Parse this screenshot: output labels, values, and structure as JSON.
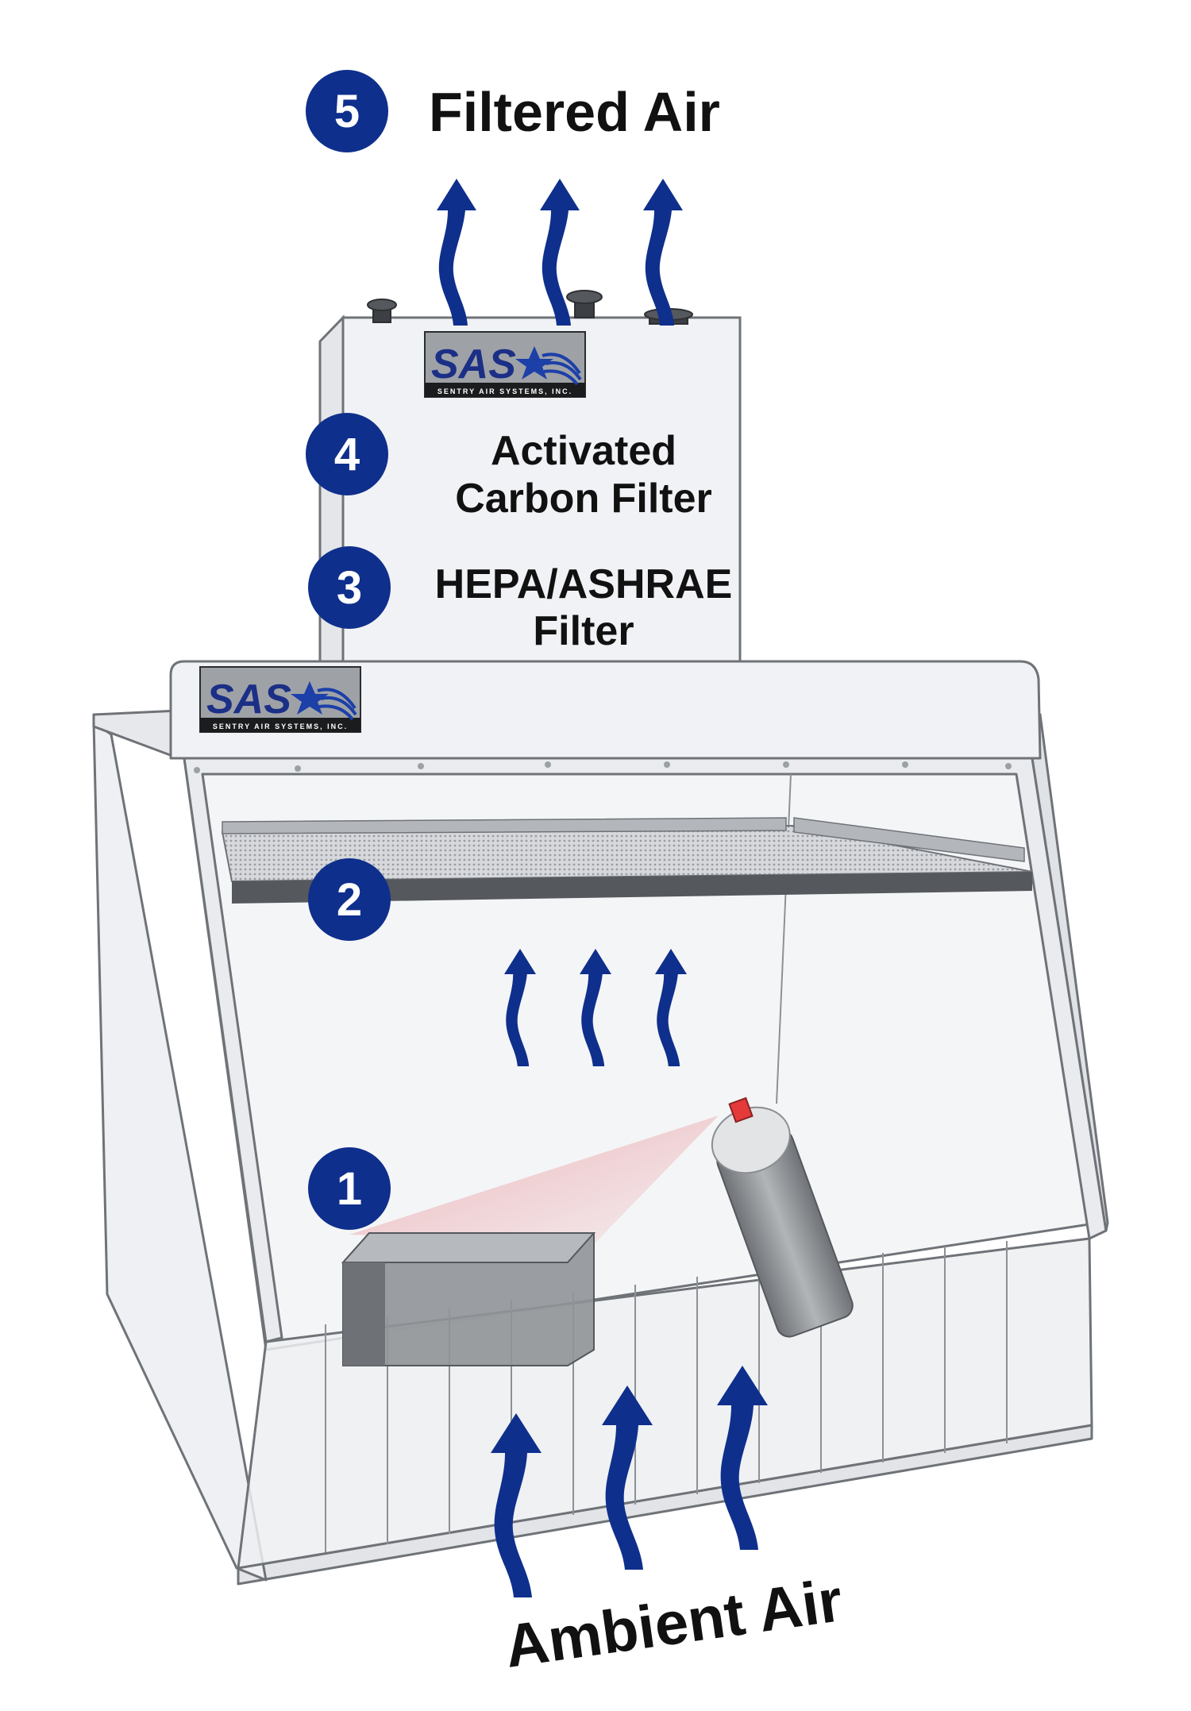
{
  "colors": {
    "accent_blue": "#0f2f8c",
    "panel_fill": "#f1f2f5",
    "outline": "#6f7378",
    "spray": "#e8848a",
    "can_body": "#8c8f93",
    "can_nozzle": "#e53a3a"
  },
  "labels": {
    "filtered_air": "Filtered Air",
    "carbon_line1": "Activated",
    "carbon_line2": "Carbon Filter",
    "hepa_line1": "HEPA/ASHRAE",
    "hepa_line2": "Filter",
    "ambient_air": "Ambient Air"
  },
  "steps": {
    "s1": "1",
    "s2": "2",
    "s3": "3",
    "s4": "4",
    "s5": "5"
  },
  "logo": {
    "mark": "SAS",
    "company": "SENTRY AIR SYSTEMS, INC."
  },
  "icons": {
    "airflow": "wavy-up-arrow-icon",
    "spray": "spray-can-icon",
    "box": "workpiece-box-icon",
    "logo_star": "star-swoosh-icon"
  }
}
